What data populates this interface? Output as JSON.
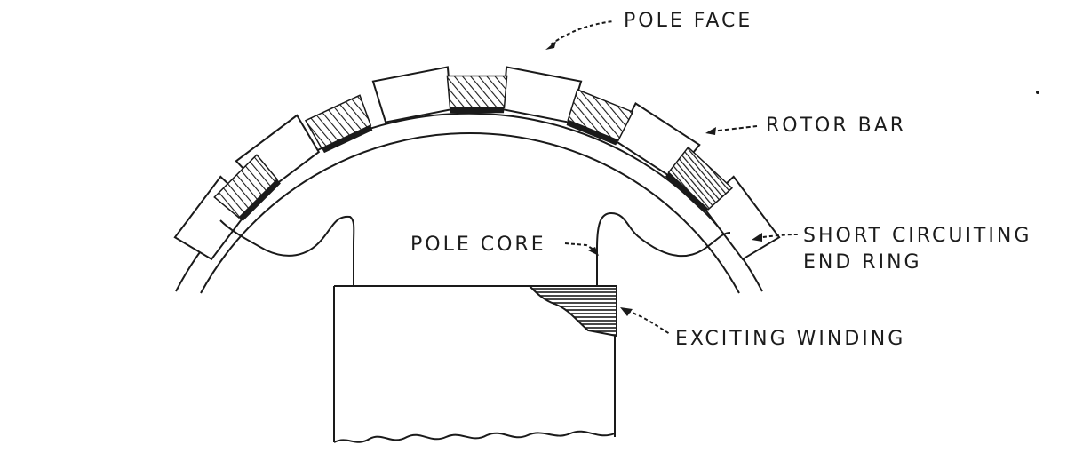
{
  "labels": {
    "pole_face": "POLE FACE",
    "rotor_bar": "ROTOR BAR",
    "short_circuiting_line1": "SHORT CIRCUITING",
    "short_circuiting_line2": "END RING",
    "pole_core": "POLE CORE",
    "exciting_winding": "EXCITING WINDING"
  },
  "colors": {
    "ink": "#1a1a1a",
    "background": "#ffffff"
  }
}
